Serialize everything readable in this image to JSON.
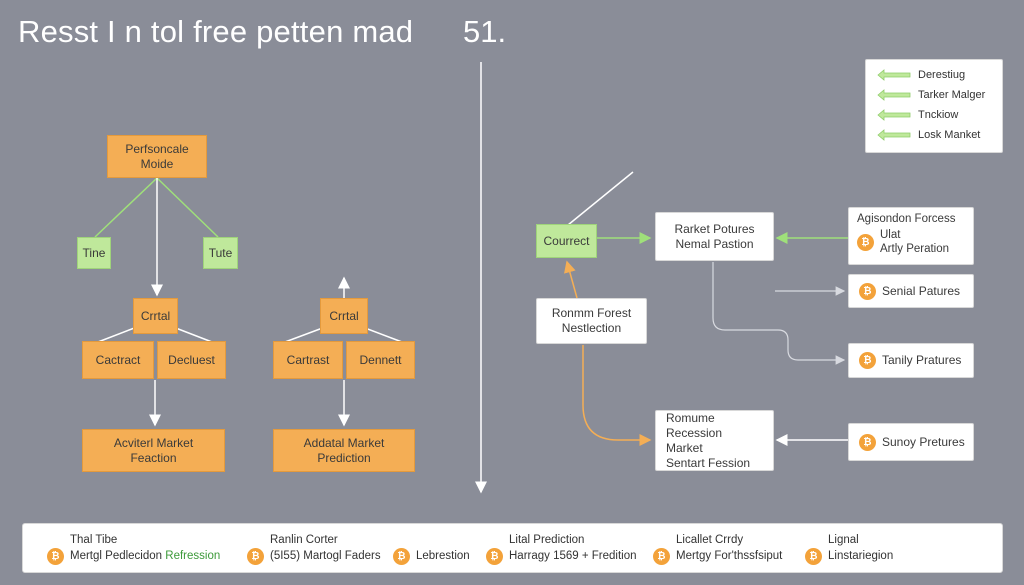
{
  "header": {
    "title": "Resst I n tol free petten mad",
    "number": "51."
  },
  "left_tree": {
    "root": [
      "Perfsoncale",
      "Moide"
    ],
    "branch_left": "Tine",
    "branch_right": "Tute",
    "node_a_top": "Crrtal",
    "node_a_left": "Cactract",
    "node_a_right": "Decluest",
    "node_a_result": [
      "Acviterl Market",
      "Feaction"
    ],
    "node_b_top": "Crrtal",
    "node_b_left": "Cartrast",
    "node_b_right": "Dennett",
    "node_b_result": [
      "Addatal Market",
      "Prediction"
    ]
  },
  "right_flow": {
    "correct": "Courrect",
    "random_forest": [
      "Ronmm Forest",
      "Nestlection"
    ],
    "market_features": [
      "Rarket Potures",
      "Nemal Pastion"
    ],
    "regression": [
      "Romume Recession",
      "Market",
      "Sentart Fession"
    ],
    "agg_block": {
      "title": "Agisondon Forcess",
      "line1": "Ulat",
      "line2": "Artly Peration"
    },
    "feature_1": "Senial Patures",
    "feature_2": "Tanily Pratures",
    "feature_3": "Sunoy Pretures"
  },
  "legend": [
    "Derestiug",
    "Tarker Malger",
    "Tnckiow",
    "Losk Manket"
  ],
  "footer": [
    {
      "top": "Thal Tibe",
      "bottom": "Mertgl Pedlecidon",
      "bottom_hl": "Refression"
    },
    {
      "top": "Ranlin Corter",
      "bottom": "(5I55) Martogl Faders",
      "bottom_hl": ""
    },
    {
      "top": "",
      "bottom": "Lebrestion",
      "bottom_hl": ""
    },
    {
      "top": "Lital Prediction",
      "bottom": "Harragy 1569 + Fredition",
      "bottom_hl": ""
    },
    {
      "top": "Licallet Crrdy",
      "bottom": "Mertgy For'thssfsiput",
      "bottom_hl": ""
    },
    {
      "top": "Lignal",
      "bottom": "Linstariegion",
      "bottom_hl": ""
    }
  ],
  "colors": {
    "background": "#8a8d98",
    "orange": "#f4ae55",
    "green": "#bfe89b",
    "coin": "#f3a23a"
  },
  "icons": {
    "coin": "bitcoin-coin-icon",
    "legend_arrow": "green-left-arrow-icon"
  }
}
